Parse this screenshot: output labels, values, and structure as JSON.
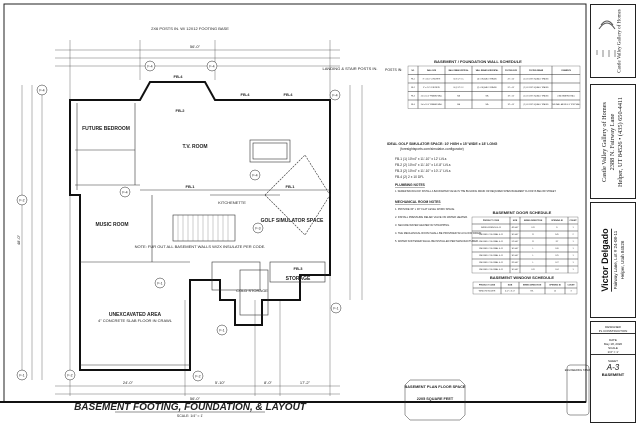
{
  "title_block": {
    "company_logo": "Castle Valley Gallery of Homes",
    "company_name": "Castle Valley Gallery of Homes",
    "company_address": "2388 N. Fairway Lane",
    "company_city": "Helper, UT 84526 • (435) 650-4411",
    "client_name": "Victor Delgado",
    "project_address": "Fairway Lane, Lot # 24-08-11",
    "project_city": "Helper, Utah 84526",
    "designer_label": "DESIGNER",
    "designer": "PL CONSTRUCTION",
    "date_label": "DATE",
    "date": "May 18, 2020",
    "scale_label": "SCALE",
    "scale": "1/4\" = 1'",
    "sheet_label": "SHEET",
    "sheet": "A-3",
    "sheet_name": "BASEMENT"
  },
  "drawing": {
    "title": "BASEMENT FOOTING, FOUNDATION, & LAYOUT",
    "scale": "SCALE: 1/4\" = 1'",
    "rooms": {
      "future_bedroom": "FUTURE BEDROOM",
      "tv_room": "T.V. ROOM",
      "music_room": "MUSIC ROOM",
      "golf_simulator": "GOLF SIMULATOR SPACE",
      "kitchenette": "KITCHENETTE",
      "cold_storage": "COLD STORAGE",
      "storage": "STORAGE",
      "unexcavated": "UNEXCAVATED AREA",
      "unexcavated_note": "4\" CONCRETE SLAB FLOOR IN CRAWL"
    },
    "note_walls": "NOTE: FUR OUT ALL BASEMENT WALLS W/2X INSULATE PER CODE.",
    "callouts": [
      "F-4",
      "F-4",
      "F-4",
      "F-4",
      "F-2",
      "F-4",
      "F-4",
      "F-3",
      "F-1",
      "F-1",
      "F-1",
      "F-2",
      "F-2",
      "F-1"
    ],
    "wall_tags": [
      "FB-4",
      "FB-4",
      "FB-4",
      "FB-2",
      "FB-1",
      "FB-1",
      "FB-3"
    ],
    "dims": {
      "overall_width": "56'-0\"",
      "overall_depth": "48'-0\"",
      "bottom_a": "24'-0\"",
      "bottom_b": "5'-10\"",
      "bottom_c": "8'-0\"",
      "bottom_d": "17'-2\""
    },
    "top_note": "2X6 POSTS IN. W/ 12X12 FOOTING BASE",
    "landing_note": "LANDING & STAIR POSTS IN."
  },
  "floor_space": {
    "title": "BASEMENT PLAN FLOOR SPACE",
    "area": "2205 SQUARE FEET"
  },
  "engineering_stamp": "ENGINEERING STAMP",
  "wall_schedule": {
    "title": "BASEMENT / FOUNDATION WALL SCHEDULE",
    "posts_note": "POSTS IN:",
    "headers": [
      "NO.",
      "WALL SIZE",
      "WALL REBAR VERTICAL",
      "WALL REBAR HORIZONTAL",
      "FOOTING SIZE",
      "FOOTING REBAR",
      "COMMENTS"
    ],
    "rows": [
      [
        "FB-1",
        "8\" x 10'-0\" CONCRETE",
        "#4 @ 12\" O.C.",
        "(3) #4 EQUALLY SPACED",
        "20\" x 10\"",
        "(2) #4 CONT. EQUALLY SPACED",
        ""
      ],
      [
        "FB-2",
        "8\" x 4'-0\" CONCRETE",
        "#4 @ 24\" O.C.",
        "(2) #4 EQUALLY SPACED",
        "20\" x 10\"",
        "(2) #4 CONT. EQUALLY SPACED",
        ""
      ],
      [
        "FB-3",
        "2x6 x 10'-0\" FRAMED WALL",
        "N/A",
        "N/A",
        "18\" x 10\"",
        "(2) #4 CONT. EQUALLY SPACED",
        "LOAD BEARING WALL"
      ],
      [
        "FB-4",
        "2x6 x 10'-0\" FRAMED WALL",
        "N/A",
        "N/A",
        "18\" x 10\"",
        "(2) #4 CONT. EQUALLY SPACED",
        "THIS WALL ABOVE 4'-0\" STEP WALL"
      ]
    ]
  },
  "notes": {
    "golf_space": "IDEAL GOLF SIMULATOR SPACE: 10' HIGH x 15' WIDE x 18' LONG",
    "golf_link": "(foresightsports.com/simulator-configurator)",
    "fb_lines": [
      "FB-1  (1) 10'x4\" x 11'-10\" x 12' LVLs",
      "FB-2  (2) 10'x4\" x 11'-10\" x 14'-8\" LVLs",
      "FB-3  (2) 10'x4\" x 11'-10\" x 10'-1\" LVLs",
      "FB-4  (2) 2 x 10 DFL"
    ],
    "plumbing_title": "PLUMBING NOTES",
    "plumbing_text": "1. SEWER BACKFLOW: INSTALL A BACKWATER VALVE IN THE BUILDING DRAIN OR REQUIRED WHEN BASEMENT FLOOR IS BELOW STREET.",
    "mechanical_title": "MECHANICAL ROOM NOTES",
    "mechanical_text": [
      "1. PROVIDE 30\" x 30\" FLAT LEVEL WORK SPACE.",
      "2. INSTALL PRESSURE RELIEF VALVE ON WATER HEATER.",
      "3. SECURE WATER HEATER W/ STRAPPING.",
      "4. THE MECHANICAL ROOM SHALL BE PROVIDED W/ A FLOOR DRAIN.",
      "5. WATER SOFTENER SHALL BE INSTALLED PER MANUFACTURER."
    ]
  },
  "door_schedule": {
    "title": "BASEMENT DOOR SCHEDULE",
    "headers": [
      "PRODUCT CODE",
      "SIZE",
      "SWING DIRECTION",
      "OPENING ID",
      "COUNT"
    ],
    "rows": [
      [
        "SWING FRENCH 4-11",
        "48\"x80\"",
        "L/R",
        "D",
        "1"
      ],
      [
        "SMOKED COLONIAL 4-11",
        "30\"x80\"",
        "R",
        "D/D",
        "2"
      ],
      [
        "SMOKED COLONIAL 4-11",
        "24\"x80\"",
        "R",
        "D7",
        "1"
      ],
      [
        "SMOKED COLONIAL 4-11",
        "30\"x80\"",
        "L",
        "D/6",
        "1"
      ],
      [
        "SMOKED COLONIAL 4-11",
        "30\"x80\"",
        "L",
        "D/5",
        "1"
      ],
      [
        "SMOKED COLONIAL 4-11",
        "28\"x80\"",
        "L",
        "D/7",
        "1"
      ],
      [
        "SMOKED COLONIAL 4-11",
        "30\"x80\"",
        "L/R",
        "D/4",
        "1"
      ]
    ]
  },
  "window_schedule": {
    "title": "BASEMENT WINDOW SCHEDULE",
    "headers": [
      "PRODUCT CODE",
      "SIZE",
      "SWING DIRECTION",
      "OPENING ID",
      "COUNT"
    ],
    "rows": [
      [
        "WINDOW SLIDER",
        "4'-0\" x 3'-0\"",
        "R/L",
        "A",
        "3"
      ]
    ]
  }
}
